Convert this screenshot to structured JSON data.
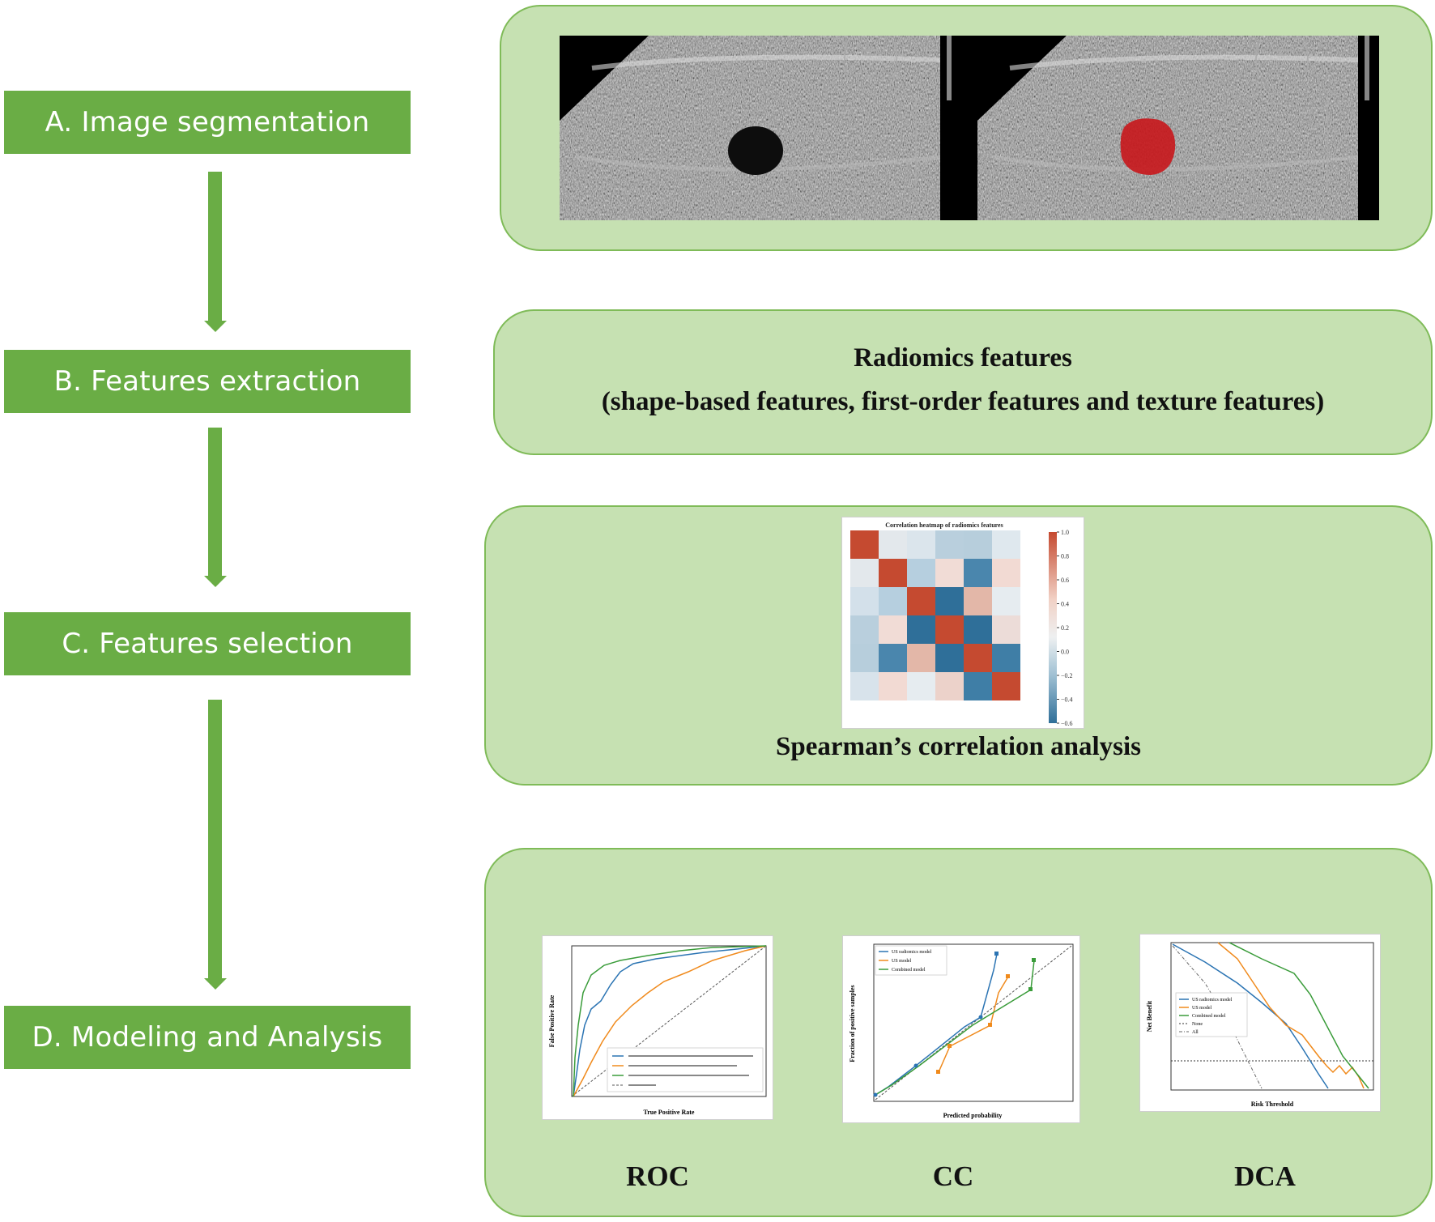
{
  "steps": [
    {
      "label": "A. Image segmentation"
    },
    {
      "label": "B. Features extraction"
    },
    {
      "label": "C. Features selection"
    },
    {
      "label": "D. Modeling and Analysis"
    }
  ],
  "panel_b": {
    "title": "Radiomics features",
    "subtitle": "(shape-based features, first-order features and texture features)"
  },
  "panel_c": {
    "caption": "Spearman’s correlation analysis",
    "heatmap_title": "Correlation heatmap of radiomics features",
    "colorbar_ticks": [
      "1.0",
      "0.8",
      "0.6",
      "0.4",
      "0.2",
      "0.0",
      "−0.2",
      "−0.4",
      "−0.6"
    ]
  },
  "panel_d": {
    "labels": {
      "roc": "ROC",
      "cc": "CC",
      "dca": "DCA"
    },
    "roc": {
      "xlabel": "True Positive Rate",
      "ylabel": "False Positive Rate"
    },
    "cc": {
      "xlabel": "Predicted probability",
      "ylabel": "Fraction of positive samples",
      "legend": [
        "US radiomics model",
        "US model",
        "Combined model"
      ]
    },
    "dca": {
      "xlabel": "Risk Threshold",
      "ylabel": "Net Benefit",
      "legend": [
        "US radiomics model",
        "US model",
        "Combined model",
        "None",
        "All"
      ]
    }
  },
  "colors": {
    "step_fill": "#6aad45",
    "panel_fill": "#c6e1b2",
    "panel_border": "#7fbb58",
    "heat_pos": "#c9563c",
    "heat_neg": "#3b7ea6",
    "roi_red": "#c8161b"
  }
}
